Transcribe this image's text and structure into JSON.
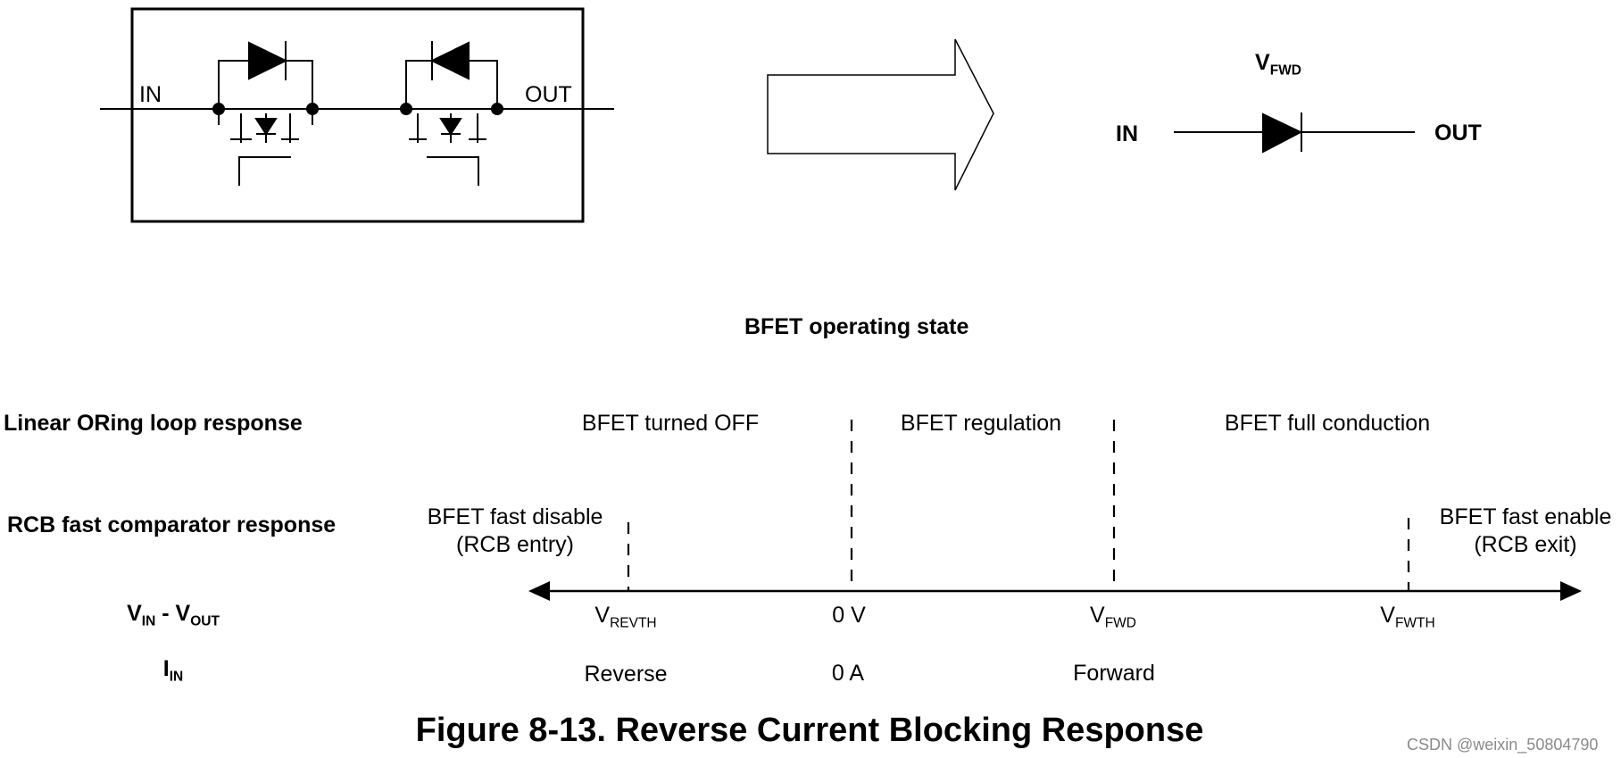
{
  "schematic": {
    "in_label": "IN",
    "out_label": "OUT"
  },
  "equivalent": {
    "vfwd_main": "V",
    "vfwd_sub": "FWD",
    "in_label": "IN",
    "out_label": "OUT"
  },
  "state_title": "BFET operating state",
  "row_labels": {
    "linear": "Linear ORing loop response",
    "rcb": "RCB fast comparator response",
    "vin_main": "V",
    "vin_sub": "IN",
    "vin_sep": " - V",
    "vout_sub": "OUT",
    "iin_main": "I",
    "iin_sub": "IN"
  },
  "linear_states": {
    "off": "BFET turned OFF",
    "regulation": "BFET regulation",
    "full": "BFET full conduction"
  },
  "rcb_states": {
    "disable_1": "BFET fast disable",
    "disable_2": "(RCB entry)",
    "enable_1": "BFET fast enable",
    "enable_2": "(RCB exit)"
  },
  "voltage_ticks": {
    "vrevth_main": "V",
    "vrevth_sub": "REVTH",
    "zero_v": "0 V",
    "vfwd_main": "V",
    "vfwd_sub": "FWD",
    "vfwth_main": "V",
    "vfwth_sub": "FWTH"
  },
  "current_ticks": {
    "reverse": "Reverse",
    "zero_a": "0 A",
    "forward": "Forward"
  },
  "caption": "Figure 8-13. Reverse Current Blocking Response",
  "watermark": "CSDN @weixin_50804790"
}
